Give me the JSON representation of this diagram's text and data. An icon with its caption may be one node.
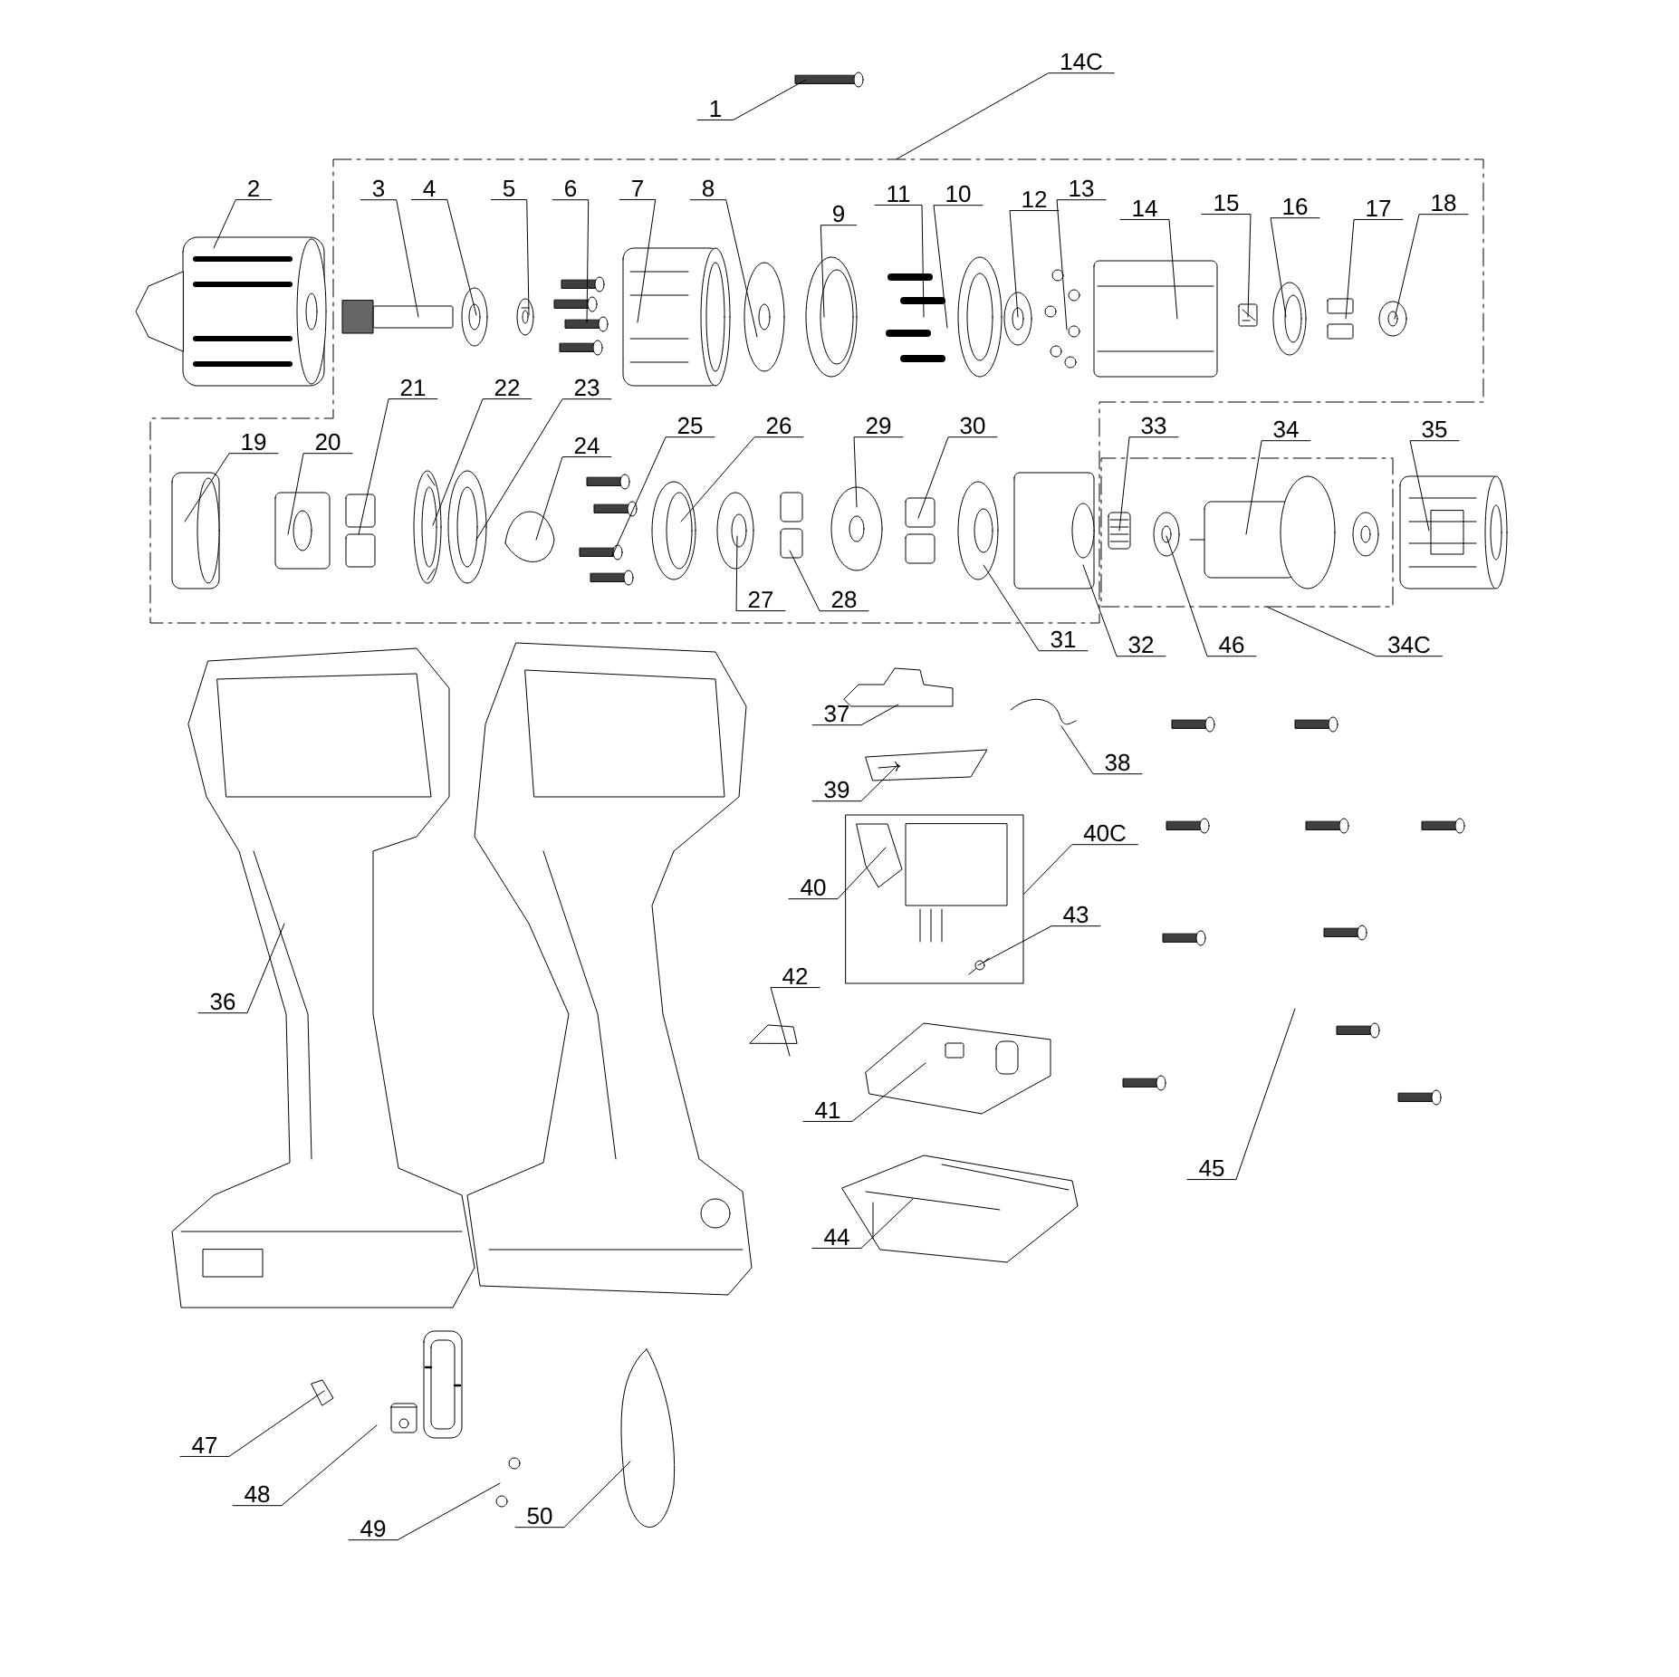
{
  "diagram": {
    "nodes": [
      {
        "text": [
          "1"
        ]
      },
      {
        "text": [],
        "shape": "picture"
      },
      {
        "text": [
          "14C"
        ]
      },
      {
        "text": [],
        "shape": "box"
      },
      {
        "text": [
          "2"
        ]
      },
      {
        "text": [],
        "shape": "picture"
      },
      {
        "text": [
          "3"
        ],
        "in": 3
      },
      {
        "text": [],
        "shape": "picture",
        "in": 3
      },
      {
        "text": [
          "4"
        ],
        "in": 3
      },
      {
        "text": [],
        "shape": "picture",
        "in": 3
      },
      {
        "text": [
          "5"
        ],
        "in": 3
      },
      {
        "text": [],
        "shape": "picture",
        "in": 3
      },
      {
        "text": [
          "6"
        ],
        "in": 3
      },
      {
        "text": [],
        "shape": "picture",
        "in": 3
      },
      {
        "text": [
          "7"
        ],
        "in": 3
      },
      {
        "text": [],
        "shape": "picture",
        "in": 3
      },
      {
        "text": [
          "8"
        ],
        "in": 3
      },
      {
        "text": [],
        "shape": "picture",
        "in": 3
      },
      {
        "text": [
          "9"
        ],
        "in": 3
      },
      {
        "text": [],
        "shape": "picture",
        "in": 3
      },
      {
        "text": [
          "11"
        ],
        "in": 3
      },
      {
        "text": [],
        "shape": "picture",
        "in": 3
      },
      {
        "text": [
          "10"
        ],
        "in": 3
      },
      {
        "text": [],
        "shape": "picture",
        "in": 3
      },
      {
        "text": [
          "12"
        ],
        "in": 3
      },
      {
        "text": [],
        "shape": "picture",
        "in": 3
      },
      {
        "text": [
          "13"
        ],
        "in": 3
      },
      {
        "text": [],
        "shape": "picture",
        "in": 3
      },
      {
        "text": [
          "14"
        ],
        "in": 3
      },
      {
        "text": [],
        "shape": "picture",
        "in": 3
      },
      {
        "text": [
          "15"
        ],
        "in": 3
      },
      {
        "text": [],
        "shape": "picture",
        "in": 3
      },
      {
        "text": [
          "16"
        ],
        "in": 3
      },
      {
        "text": [],
        "shape": "picture",
        "in": 3
      },
      {
        "text": [
          "17"
        ],
        "in": 3
      },
      {
        "text": [],
        "shape": "picture",
        "in": 3
      },
      {
        "text": [
          "18"
        ],
        "in": 3
      },
      {
        "text": [],
        "shape": "picture",
        "in": 3
      },
      {
        "text": [
          "19"
        ],
        "in": 3
      },
      {
        "text": [],
        "shape": "picture",
        "in": 3
      },
      {
        "text": [
          "20"
        ],
        "in": 3
      },
      {
        "text": [],
        "shape": "picture",
        "in": 3
      },
      {
        "text": [
          "21"
        ],
        "in": 3
      },
      {
        "text": [],
        "shape": "picture",
        "in": 3
      },
      {
        "text": [
          "22"
        ],
        "in": 3
      },
      {
        "text": [],
        "shape": "picture",
        "in": 3
      },
      {
        "text": [
          "23"
        ],
        "in": 3
      },
      {
        "text": [],
        "shape": "picture",
        "in": 3
      },
      {
        "text": [
          "24"
        ],
        "in": 3
      },
      {
        "text": [],
        "shape": "picture",
        "in": 3
      },
      {
        "text": [
          "25"
        ],
        "in": 3
      },
      {
        "text": [],
        "shape": "picture",
        "in": 3
      },
      {
        "text": [
          "26"
        ],
        "in": 3
      },
      {
        "text": [],
        "shape": "picture",
        "in": 3
      },
      {
        "text": [
          "29"
        ],
        "in": 3
      },
      {
        "text": [],
        "shape": "picture",
        "in": 3
      },
      {
        "text": [
          "30"
        ],
        "in": 3
      },
      {
        "text": [],
        "shape": "picture",
        "in": 3
      },
      {
        "text": [
          "33"
        ]
      },
      {
        "text": [
          "34"
        ]
      },
      {
        "text": [
          "35"
        ]
      },
      {
        "text": [],
        "shape": "box"
      },
      {
        "text": [],
        "shape": "picture",
        "in": 61
      },
      {
        "text": [],
        "shape": "picture",
        "in": 61
      },
      {
        "text": [],
        "shape": "picture",
        "in": 61
      },
      {
        "text": [],
        "shape": "picture"
      },
      {
        "text": [
          "27"
        ],
        "in": 3
      },
      {
        "text": [],
        "shape": "picture",
        "in": 3
      },
      {
        "text": [
          "28"
        ],
        "in": 3
      },
      {
        "text": [],
        "shape": "picture",
        "in": 3
      },
      {
        "text": [
          "31"
        ]
      },
      {
        "text": [],
        "shape": "picture",
        "in": 3
      },
      {
        "text": [
          "32"
        ]
      },
      {
        "text": [],
        "shape": "picture",
        "in": 3
      },
      {
        "text": [
          "46"
        ]
      },
      {
        "text": [
          "34C"
        ]
      },
      {
        "text": [
          "36"
        ]
      },
      {
        "text": [],
        "shape": "picture"
      },
      {
        "text": [
          "37"
        ]
      },
      {
        "text": [],
        "shape": "picture"
      },
      {
        "text": [
          "38"
        ]
      },
      {
        "text": [],
        "shape": "picture"
      },
      {
        "text": [
          "39"
        ]
      },
      {
        "text": [],
        "shape": "picture"
      },
      {
        "text": [],
        "shape": "box"
      },
      {
        "text": [
          "40C"
        ]
      },
      {
        "text": [
          "40"
        ]
      },
      {
        "text": [],
        "shape": "picture",
        "in": 84
      },
      {
        "text": [
          "43"
        ]
      },
      {
        "text": [],
        "shape": "picture",
        "in": 84
      },
      {
        "text": [
          "42"
        ]
      },
      {
        "text": [],
        "shape": "picture"
      },
      {
        "text": [
          "41"
        ]
      },
      {
        "text": [],
        "shape": "picture"
      },
      {
        "text": [
          "44"
        ]
      },
      {
        "text": [],
        "shape": "picture"
      },
      {
        "text": [
          "45"
        ]
      },
      {
        "text": [],
        "shape": "picture"
      },
      {
        "text": [
          "47"
        ]
      },
      {
        "text": [],
        "shape": "picture"
      },
      {
        "text": [
          "48"
        ]
      },
      {
        "text": [],
        "shape": "picture"
      },
      {
        "text": [
          "49"
        ]
      },
      {
        "text": [],
        "shape": "picture"
      },
      {
        "text": [
          "50"
        ]
      },
      {
        "text": [],
        "shape": "picture"
      }
    ],
    "edges": [
      {
        "from": 0,
        "to": 1,
        "arrow": "none"
      },
      {
        "from": 2,
        "to": 3,
        "arrow": "none"
      },
      {
        "from": 4,
        "to": 5,
        "arrow": "none"
      },
      {
        "from": 6,
        "to": 7,
        "arrow": "none"
      },
      {
        "from": 8,
        "to": 9,
        "arrow": "none"
      },
      {
        "from": 10,
        "to": 11,
        "arrow": "none"
      },
      {
        "from": 12,
        "to": 13,
        "arrow": "none"
      },
      {
        "from": 14,
        "to": 15,
        "arrow": "none"
      },
      {
        "from": 16,
        "to": 17,
        "arrow": "none"
      },
      {
        "from": 18,
        "to": 19,
        "arrow": "none"
      },
      {
        "from": 20,
        "to": 21,
        "arrow": "none"
      },
      {
        "from": 22,
        "to": 23,
        "arrow": "none"
      },
      {
        "from": 24,
        "to": 25,
        "arrow": "none"
      },
      {
        "from": 26,
        "to": 27,
        "arrow": "none"
      },
      {
        "from": 28,
        "to": 29,
        "arrow": "none"
      },
      {
        "from": 30,
        "to": 31,
        "arrow": "none"
      },
      {
        "from": 32,
        "to": 33,
        "arrow": "none"
      },
      {
        "from": 34,
        "to": 35,
        "arrow": "none"
      },
      {
        "from": 36,
        "to": 37,
        "arrow": "none"
      },
      {
        "from": 38,
        "to": 39,
        "arrow": "none"
      },
      {
        "from": 40,
        "to": 41,
        "arrow": "none"
      },
      {
        "from": 42,
        "to": 43,
        "arrow": "none"
      },
      {
        "from": 44,
        "to": 45,
        "arrow": "none"
      },
      {
        "from": 46,
        "to": 47,
        "arrow": "none"
      },
      {
        "from": 48,
        "to": 49,
        "arrow": "none"
      },
      {
        "from": 50,
        "to": 51,
        "arrow": "none"
      },
      {
        "from": 52,
        "to": 53,
        "arrow": "none"
      },
      {
        "from": 54,
        "to": 55,
        "arrow": "none"
      },
      {
        "from": 56,
        "to": 57,
        "arrow": "none"
      },
      {
        "from": 58,
        "to": 62,
        "arrow": "none"
      },
      {
        "from": 59,
        "to": 64,
        "arrow": "none"
      },
      {
        "from": 60,
        "to": 65,
        "arrow": "none"
      },
      {
        "from": 66,
        "to": 67,
        "arrow": "none"
      },
      {
        "from": 68,
        "to": 69,
        "arrow": "none"
      },
      {
        "from": 70,
        "to": 71,
        "arrow": "none"
      },
      {
        "from": 72,
        "to": 73,
        "arrow": "none"
      },
      {
        "from": 74,
        "to": 63,
        "arrow": "none"
      },
      {
        "from": 75,
        "to": 61,
        "arrow": "none"
      },
      {
        "from": 76,
        "to": 77,
        "arrow": "none"
      },
      {
        "from": 78,
        "to": 79,
        "arrow": "none"
      },
      {
        "from": 80,
        "to": 81,
        "arrow": "none"
      },
      {
        "from": 82,
        "to": 83,
        "arrow": "none"
      },
      {
        "from": 85,
        "to": 84,
        "arrow": "none"
      },
      {
        "from": 86,
        "to": 87,
        "arrow": "none"
      },
      {
        "from": 88,
        "to": 89,
        "arrow": "none"
      },
      {
        "from": 90,
        "to": 91,
        "arrow": "none"
      },
      {
        "from": 92,
        "to": 93,
        "arrow": "none"
      },
      {
        "from": 94,
        "to": 95,
        "arrow": "none"
      },
      {
        "from": 96,
        "to": 97,
        "arrow": "none"
      },
      {
        "from": 98,
        "to": 99,
        "arrow": "none"
      },
      {
        "from": 100,
        "to": 101,
        "arrow": "none"
      },
      {
        "from": 102,
        "to": 103,
        "arrow": "none"
      },
      {
        "from": 104,
        "to": 105,
        "arrow": "none"
      }
    ]
  }
}
